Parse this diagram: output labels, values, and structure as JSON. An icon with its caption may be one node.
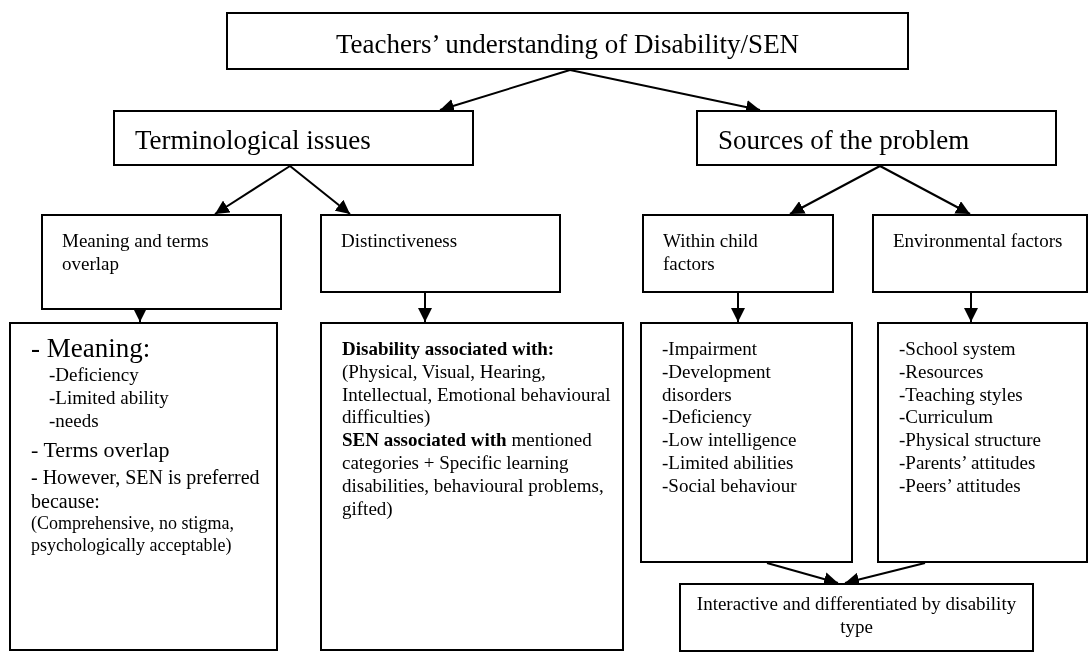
{
  "diagram": {
    "nodes": [
      {
        "text": [
          "Teachers’ understanding of Disability/SEN"
        ]
      },
      {
        "text": [
          "Terminological issues"
        ]
      },
      {
        "text": [
          "Sources of the problem"
        ]
      },
      {
        "text": [
          "Meaning and terms overlap"
        ]
      },
      {
        "text": [
          "Distinctiveness"
        ]
      },
      {
        "text": [
          "Within child factors"
        ]
      },
      {
        "text": [
          "Environmental factors"
        ]
      },
      {
        "text": [
          "- Meaning:",
          "-Deficiency",
          "-Limited ability",
          "-needs",
          "- Terms overlap",
          "- However, SEN is preferred because:",
          "(Comprehensive, no stigma, psychologically acceptable)"
        ]
      },
      {
        "text": [
          "**Disability associated with:** (Physical, Visual, Hearing, Intellectual, Emotional behavioural difficulties)",
          "**SEN associated with** mentioned categories + Specific learning disabilities, behavioural problems, gifted)"
        ]
      },
      {
        "text": [
          "-Impairment",
          "-Development disorders",
          "-Deficiency",
          "-Low intelligence",
          "-Limited abilities",
          "-Social behaviour"
        ]
      },
      {
        "text": [
          "-School system",
          "-Resources",
          "-Teaching styles",
          "-Curriculum",
          "-Physical structure",
          "-Parents’ attitudes",
          "-Peers’ attitudes"
        ]
      },
      {
        "text": [
          "Interactive and differentiated by disability type"
        ]
      }
    ],
    "edges": [
      {
        "from": 0,
        "to": 1,
        "arrow": "to"
      },
      {
        "from": 0,
        "to": 2,
        "arrow": "to"
      },
      {
        "from": 1,
        "to": 3,
        "arrow": "to"
      },
      {
        "from": 1,
        "to": 4,
        "arrow": "to"
      },
      {
        "from": 2,
        "to": 5,
        "arrow": "to"
      },
      {
        "from": 2,
        "to": 6,
        "arrow": "to"
      },
      {
        "from": 3,
        "to": 7,
        "arrow": "to"
      },
      {
        "from": 4,
        "to": 8,
        "arrow": "to"
      },
      {
        "from": 5,
        "to": 9,
        "arrow": "to"
      },
      {
        "from": 6,
        "to": 10,
        "arrow": "to"
      },
      {
        "from": 9,
        "to": 11,
        "arrow": "to"
      },
      {
        "from": 10,
        "to": 11,
        "arrow": "to"
      }
    ]
  }
}
